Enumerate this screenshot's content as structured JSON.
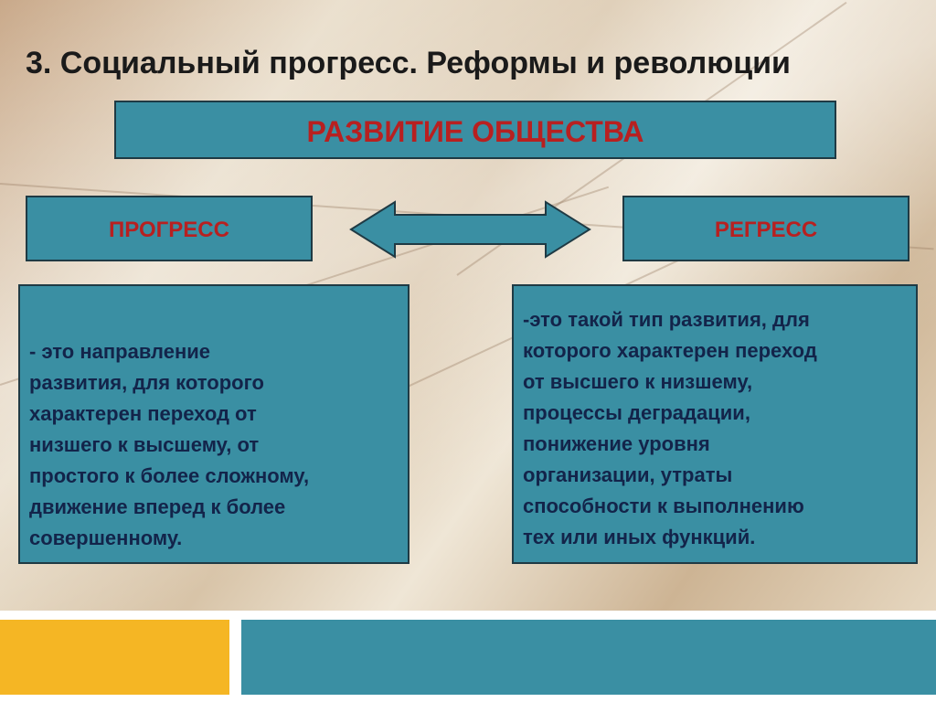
{
  "title": "3. Социальный прогресс. Реформы и революции",
  "main_concept": "РАЗВИТИЕ ОБЩЕСТВА",
  "progress": {
    "label": "ПРОГРЕСС",
    "definition_lines": [
      " - это направление",
      "  развития, для которого",
      " характерен переход от",
      " низшего к высшему, от",
      " простого к более сложному,",
      " движение вперед к более",
      " совершенному."
    ]
  },
  "regress": {
    "label": "РЕГРЕСС",
    "definition_lines": [
      "-это такой тип развития, для",
      "которого характерен переход",
      "от высшего к низшему,",
      "процессы деградации,",
      "понижение уровня",
      "организации, утраты",
      "способности к выполнению",
      "тех или иных функций."
    ]
  },
  "colors": {
    "box_fill": "#3a8fa3",
    "label_red": "#b82020",
    "text_navy": "#13244a",
    "footer_orange": "#f5b624",
    "footer_teal": "#3a8fa3"
  },
  "icons": {
    "arrow": "double-headed-arrow-icon"
  }
}
